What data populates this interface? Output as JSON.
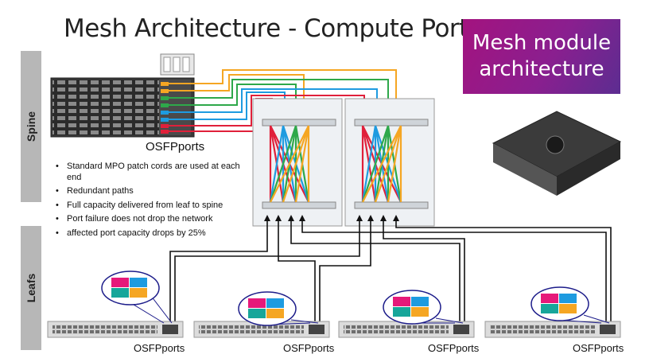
{
  "title": "Mesh Architecture - Compute Ports",
  "badge": {
    "line1": "Mesh module",
    "line2": "architecture"
  },
  "sidebar": {
    "spine": "Spine",
    "leafs": "Leafs"
  },
  "spine_ports_label": "OSFPports",
  "bullets": [
    "Standard MPO patch cords are used at each end",
    "Redundant paths",
    "Full capacity delivered from leaf to spine",
    "Port failure does not drop the network",
    "affected port capacity drops by 25%"
  ],
  "leaf_switches": [
    {
      "label": "OSFPports"
    },
    {
      "label": "OSFPports"
    },
    {
      "label": "OSFPports"
    },
    {
      "label": "OSFPports"
    }
  ],
  "colors": {
    "orange": "#f5a623",
    "green": "#2ea84a",
    "blue": "#1e9be0",
    "red": "#e0203a",
    "purple": "#8a1f8f",
    "sidebar": "#b7b7b7"
  }
}
